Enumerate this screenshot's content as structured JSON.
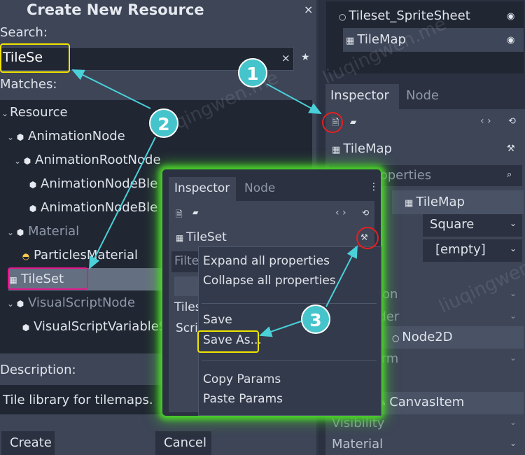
{
  "dialog": {
    "title": "Create New Resource",
    "close_icon": "×",
    "search_label": "Search:",
    "search_value": "TileSe",
    "clear_icon": "×",
    "favorite_icon": "★",
    "matches_label": "Matches:",
    "tree": [
      {
        "label": "Resource"
      },
      {
        "label": "AnimationNode"
      },
      {
        "label": "AnimationRootNode"
      },
      {
        "label": "AnimationNodeBle"
      },
      {
        "label": "AnimationNodeBle"
      },
      {
        "label": "Material"
      },
      {
        "label": "ParticlesMaterial"
      },
      {
        "label": "TileSet"
      },
      {
        "label": "VisualScriptNode"
      },
      {
        "label": "VisualScriptVariableS"
      }
    ],
    "description_label": "Description:",
    "description_text": "Tile library for tilemaps.",
    "create_label": "Create",
    "cancel_label": "Cancel"
  },
  "scene": {
    "node1": "Tileset_SpriteSheet",
    "node2": "TileMap"
  },
  "inspector": {
    "tab_inspector": "Inspector",
    "tab_node": "Node",
    "object_name": "TileMap",
    "filter_placeholder": "Filter properties",
    "section_tilemap": "TileMap",
    "mode_value": "Square",
    "tileset_value": "[empty]",
    "frag_on": "on",
    "frag_occluder": "Occluder",
    "section_node2d": "Node2D",
    "frag_transform": "sform",
    "section_canvasitem": "CanvasItem",
    "section_visibility": "Visibility",
    "section_material": "Material"
  },
  "popup": {
    "tab_inspector": "Inspector",
    "tab_node": "Node",
    "object_name": "TileSet",
    "filter_fragment": "Filte",
    "row_fragment_1": "Tiles",
    "row_fragment_2": "Scri",
    "menu": {
      "expand_all": "Expand all properties",
      "collapse_all": "Collapse all properties",
      "save": "Save",
      "save_as": "Save As...",
      "copy_params": "Copy Params",
      "paste_params": "Paste Params"
    }
  },
  "annotations": {
    "badge1": "1",
    "badge2": "2",
    "badge3": "3"
  },
  "watermark": "liuqingwen.me",
  "colors": {
    "badge": "#45c4cc",
    "highlight_yellow": "#f1e500",
    "highlight_pink": "#e0198c",
    "highlight_red": "#e32020",
    "popup_glow": "#4cd22b"
  }
}
